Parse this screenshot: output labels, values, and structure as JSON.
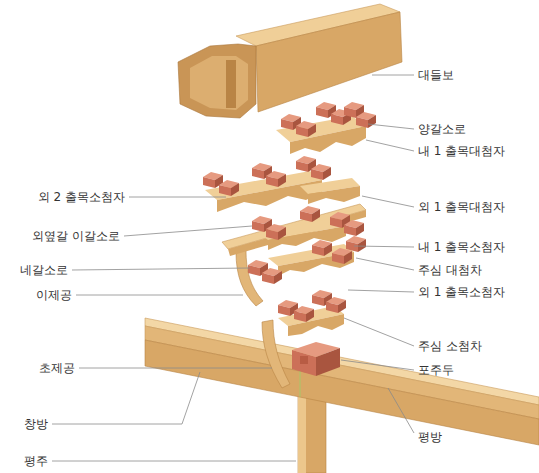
{
  "diagram": {
    "labels": [
      "대들보",
      "양갈소로",
      "내 1 출목대첨자",
      "외 2 출목소첨자",
      "외 1 출목대첨자",
      "외옆갈 이갈소로",
      "내 1 출목소첨자",
      "네갈소로",
      "주심 대첨차",
      "외 1 출목소첨자",
      "이제공",
      "주심 소첨차",
      "초제공",
      "포주두",
      "창방",
      "평방",
      "평주"
    ]
  }
}
